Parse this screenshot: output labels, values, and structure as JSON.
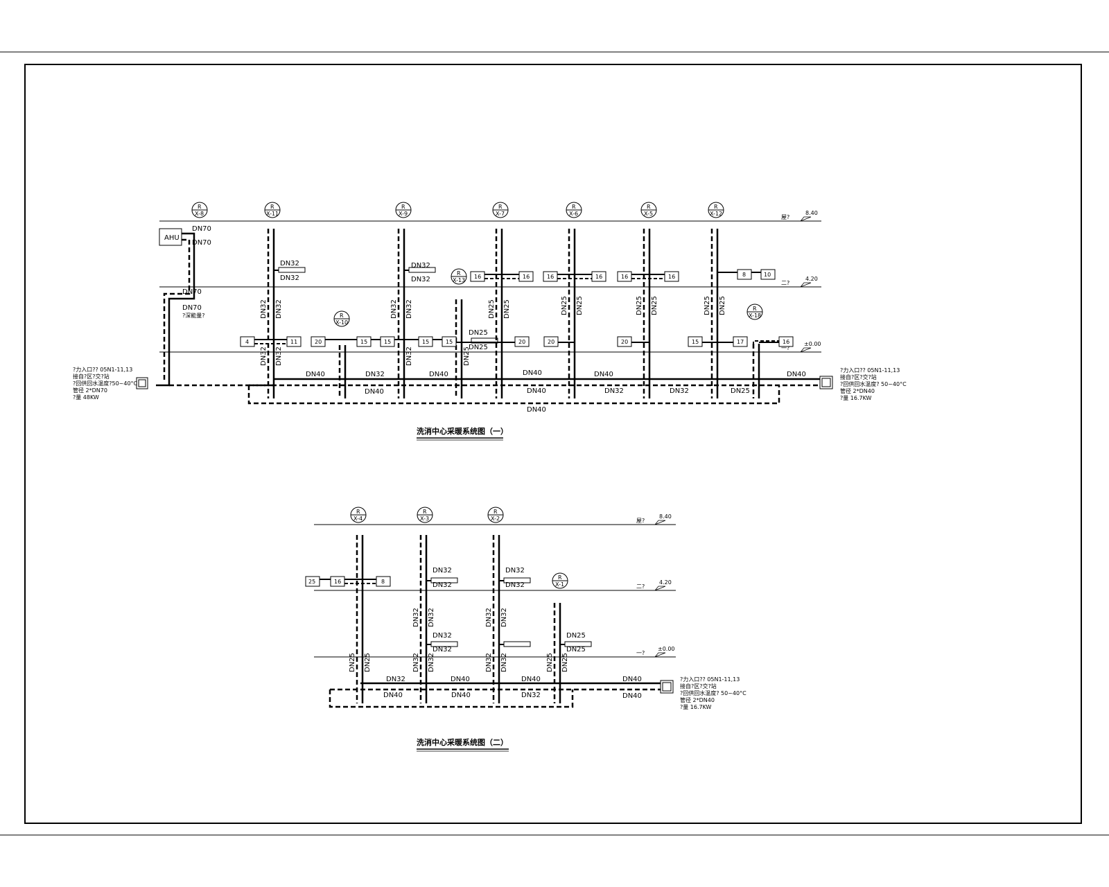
{
  "diagrams": [
    {
      "title": "洗消中心采暖系统图（一）",
      "risers": [
        {
          "tag": "X-8",
          "top_label": "R"
        },
        {
          "tag": "X-11",
          "top_label": "R"
        },
        {
          "tag": "X-9",
          "top_label": "R"
        },
        {
          "tag": "X-7",
          "top_label": "R"
        },
        {
          "tag": "X-6",
          "top_label": "R"
        },
        {
          "tag": "X-5",
          "top_label": "R"
        },
        {
          "tag": "X-12",
          "top_label": "R"
        }
      ],
      "extra_tags": [
        {
          "tag": "X-10",
          "top_label": "R"
        },
        {
          "tag": "X-13",
          "top_label": "R"
        },
        {
          "tag": "X-18",
          "top_label": "R"
        }
      ],
      "levels": [
        {
          "name": "屋?",
          "elev": "8.40"
        },
        {
          "name": "二?",
          "elev": "4.20"
        },
        {
          "name": "一?",
          "elev": "±0.00"
        }
      ],
      "ahu_label": "AHU",
      "ahu_pipe": [
        "DN70",
        "DN70",
        "DN70",
        "DN70",
        "?深能量?"
      ],
      "upper_radiators": [
        "16",
        "16",
        "16",
        "16",
        "16",
        "16",
        "8",
        "10"
      ],
      "lower_radiators": [
        "4",
        "11",
        "20",
        "15",
        "15",
        "15",
        "15",
        "20",
        "20",
        "20",
        "15",
        "17",
        "16"
      ],
      "pipe_labels": [
        "DN32",
        "DN32",
        "DN32",
        "DN32",
        "DN32",
        "DN32",
        "DN32",
        "DN32",
        "DN25",
        "DN25",
        "DN25",
        "DN25",
        "DN25",
        "DN25",
        "DN25",
        "DN25",
        "DN25",
        "DN25",
        "DN32",
        "DN32",
        "DN40",
        "DN40",
        "DN32",
        "DN32",
        "DN40",
        "DN25",
        "DN40",
        "DN40",
        "DN40",
        "DN40",
        "DN32",
        "DN32",
        "DN25",
        "DN40"
      ],
      "inlet_left": [
        "?力入口?? 05N1-11,13",
        "接自?区?交?站",
        "?回供回水温度?50~40°C",
        "管径 2*DN70",
        "?量 48KW"
      ],
      "inlet_right": [
        "?力入口?? 05N1-11,13",
        "接自?区?交?站",
        "?回供回水温度? 50~40°C",
        "管径 2*DN40",
        "?量 16.7KW"
      ]
    },
    {
      "title": "洗消中心采暖系统图（二）",
      "risers": [
        {
          "tag": "X-4",
          "top_label": "R"
        },
        {
          "tag": "X-3",
          "top_label": "R"
        },
        {
          "tag": "X-2",
          "top_label": "R"
        }
      ],
      "extra_tags": [
        {
          "tag": "X-1",
          "top_label": "R"
        }
      ],
      "levels": [
        {
          "name": "屋?",
          "elev": "8.40"
        },
        {
          "name": "二?",
          "elev": "4.20"
        },
        {
          "name": "一?",
          "elev": "±0.00"
        }
      ],
      "radiators": [
        "25",
        "16",
        "8"
      ],
      "pipe_labels": [
        "DN32",
        "DN32",
        "DN32",
        "DN32",
        "DN32",
        "DN32",
        "DN32",
        "DN32",
        "DN32",
        "DN32",
        "DN25",
        "DN25",
        "DN25",
        "DN25",
        "DN25",
        "DN25",
        "DN32",
        "DN32",
        "DN32",
        "DN32",
        "DN32",
        "DN40",
        "DN40",
        "DN40",
        "DN40",
        "DN40",
        "DN32",
        "DN40"
      ],
      "inlet_right": [
        "?力入口?? 05N1-11,13",
        "接自?区?交?站",
        "?回供回水温度? 50~40°C",
        "管径 2*DN40",
        "?量 16.7KW"
      ]
    }
  ]
}
